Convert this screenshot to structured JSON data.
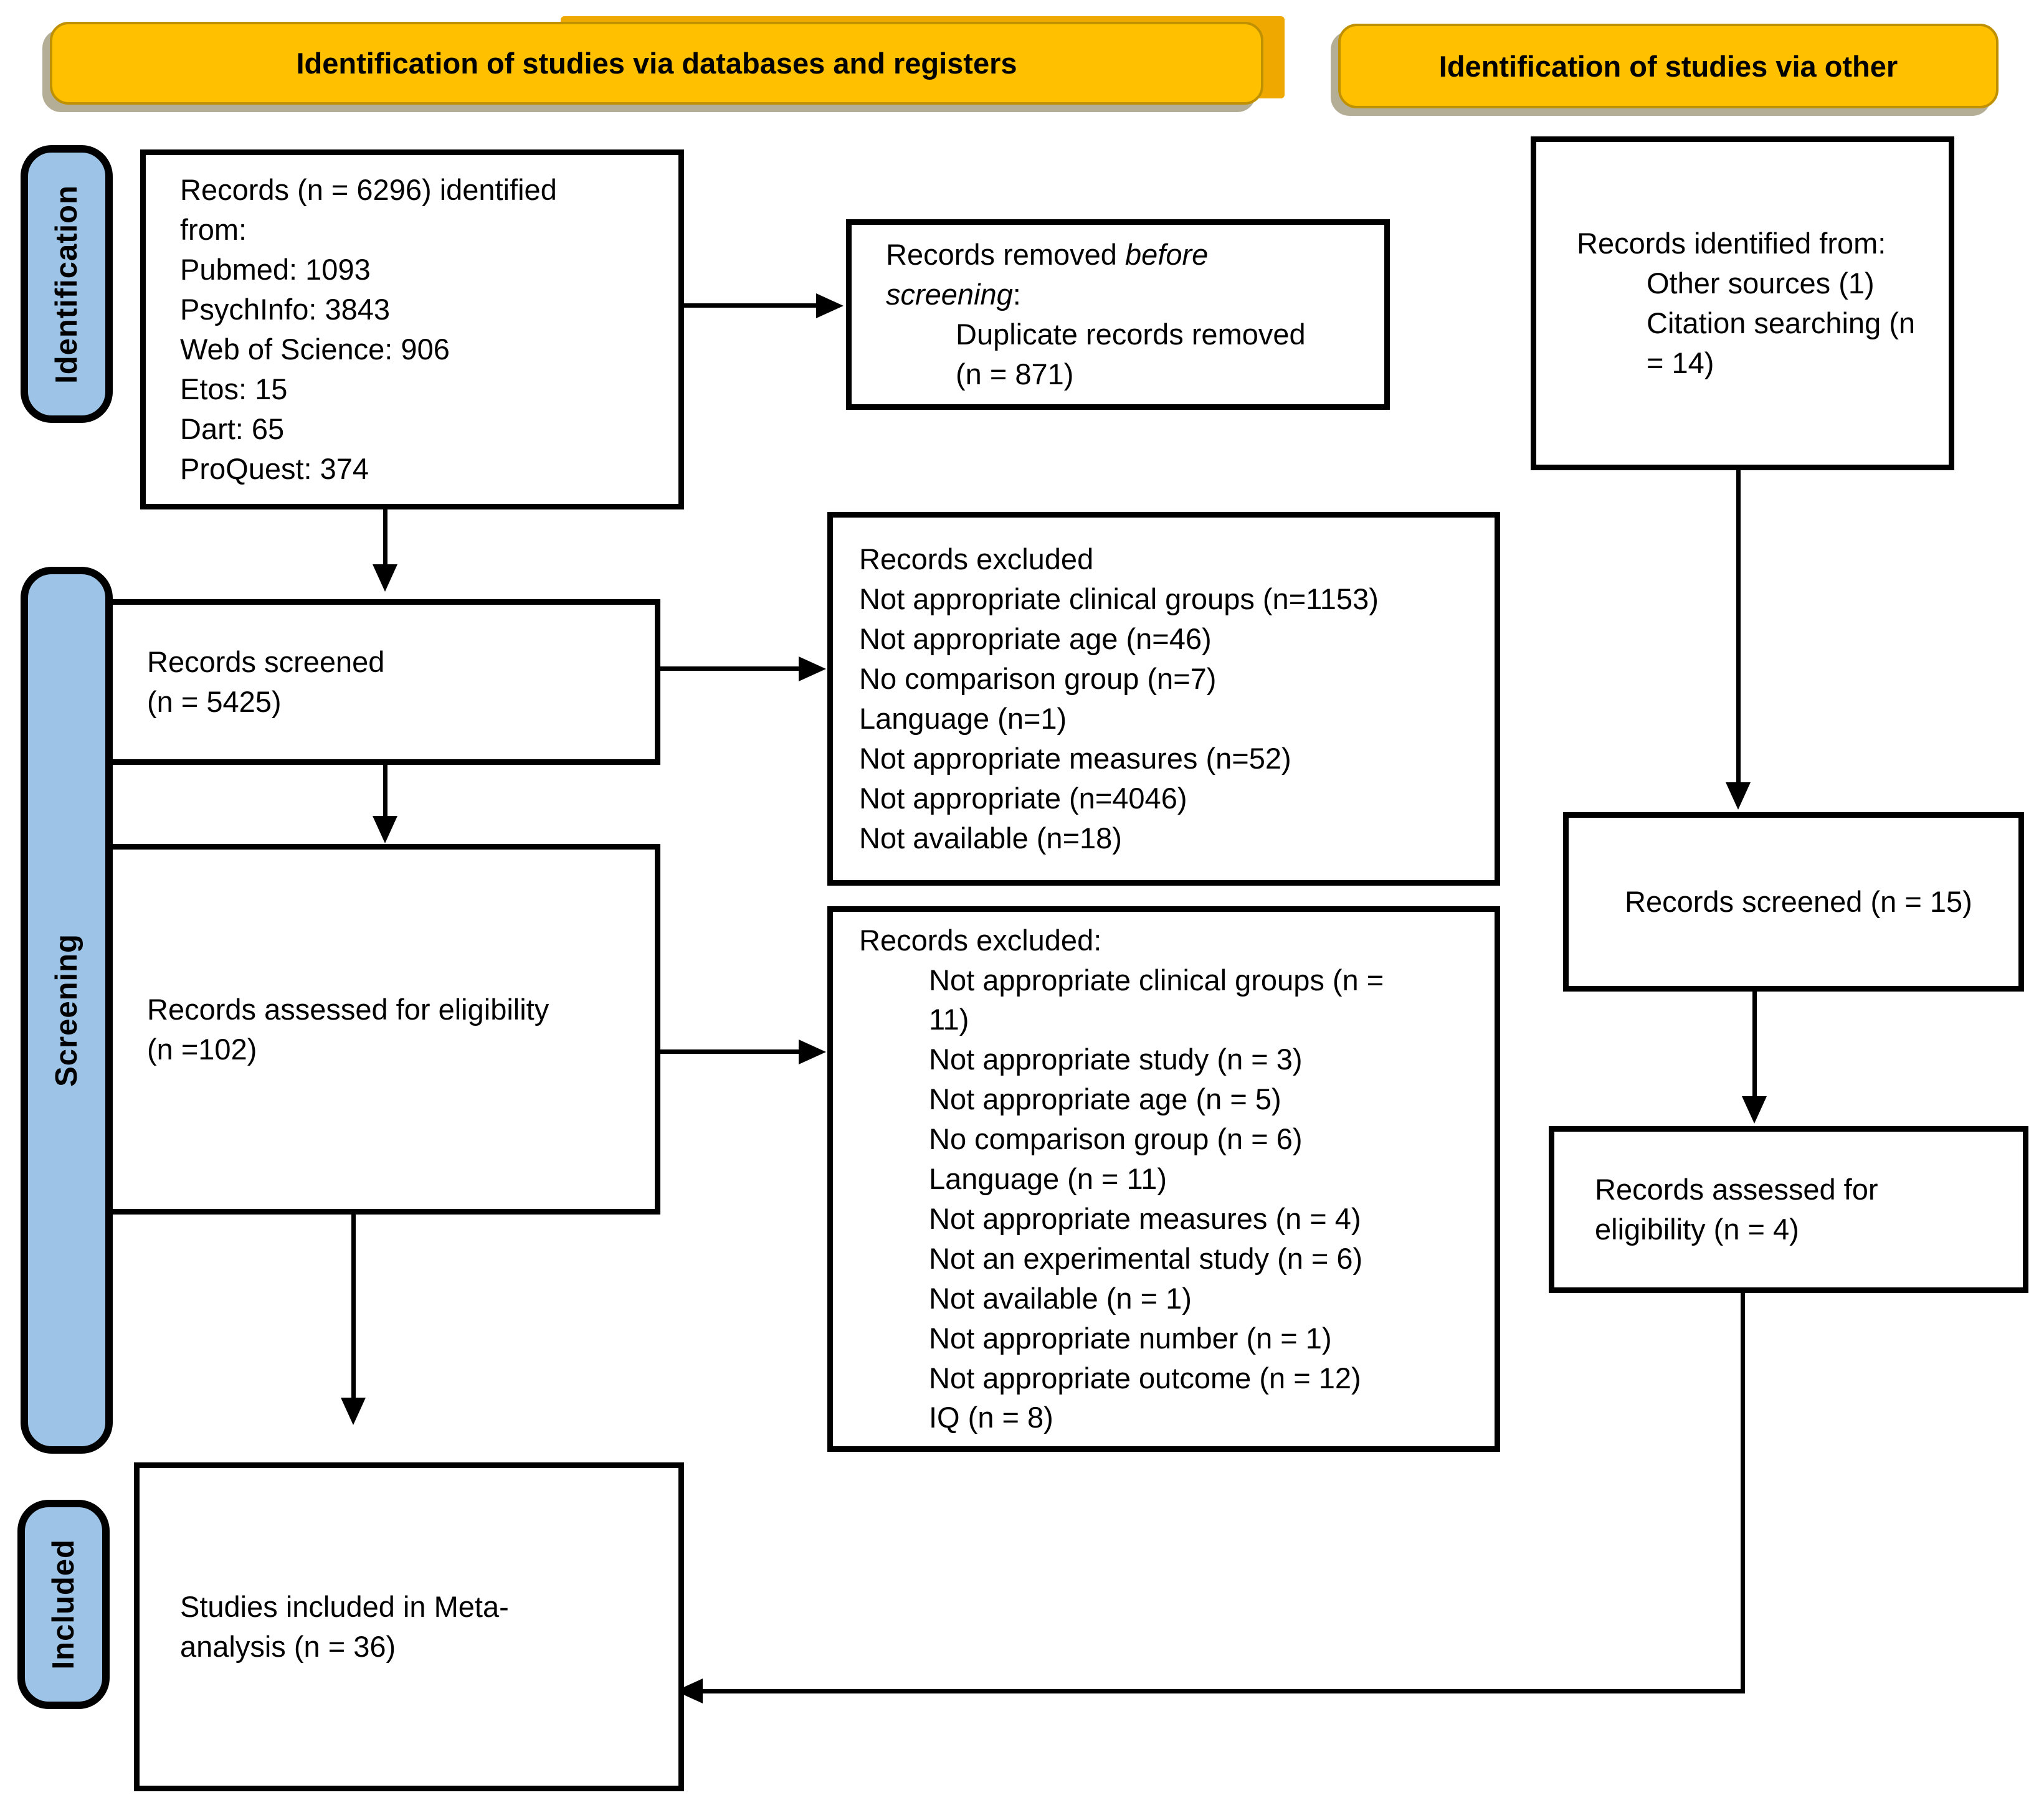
{
  "headers": {
    "left": "Identification of studies via databases and registers",
    "right": "Identification of studies via other"
  },
  "side_labels": {
    "identification": "Identification",
    "screening": "Screening",
    "included": "Included"
  },
  "boxes": {
    "records_identified": {
      "lines": [
        {
          "text": "Records (n = 6296) identified"
        },
        {
          "text": "from:"
        },
        {
          "text": "Pubmed: 1093"
        },
        {
          "text": "PsychInfo: 3843"
        },
        {
          "text": "Web of Science: 906"
        },
        {
          "text": "Etos: 15"
        },
        {
          "text": "Dart: 65"
        },
        {
          "text": "ProQuest: 374"
        }
      ]
    },
    "records_removed": {
      "lines": [
        {
          "parts": [
            {
              "text": "Records removed "
            },
            {
              "text": "before",
              "italic": true
            }
          ]
        },
        {
          "parts": [
            {
              "text": "screening",
              "italic": true
            },
            {
              "text": ":"
            }
          ]
        },
        {
          "text": "Duplicate records removed",
          "indent": 1
        },
        {
          "text": "(n = 871)",
          "indent": 1
        }
      ]
    },
    "records_screened": {
      "lines": [
        {
          "text": "Records screened"
        },
        {
          "text": "(n = 5425)"
        }
      ]
    },
    "records_excluded1": {
      "lines": [
        {
          "text": "Records excluded"
        },
        {
          "text": "Not appropriate clinical groups (n=1153)"
        },
        {
          "text": "Not appropriate age (n=46)"
        },
        {
          "text": "No comparison group (n=7)"
        },
        {
          "text": "Language (n=1)"
        },
        {
          "text": "Not appropriate measures (n=52)"
        },
        {
          "text": "Not appropriate (n=4046)"
        },
        {
          "text": "Not available (n=18)"
        }
      ]
    },
    "records_assessed": {
      "lines": [
        {
          "text": "Records assessed for eligibility"
        },
        {
          "text": "(n =102)"
        }
      ]
    },
    "records_excluded2": {
      "lines": [
        {
          "text": "Records excluded:"
        },
        {
          "text": "Not appropriate clinical groups (n =",
          "indent": 1
        },
        {
          "text": "11)",
          "indent": 1
        },
        {
          "text": "Not appropriate study (n = 3)",
          "indent": 1
        },
        {
          "text": "Not appropriate age (n = 5)",
          "indent": 1
        },
        {
          "text": "No comparison group (n = 6)",
          "indent": 1
        },
        {
          "text": "Language (n = 11)",
          "indent": 1
        },
        {
          "text": "Not appropriate measures (n = 4)",
          "indent": 1
        },
        {
          "text": "Not an experimental study (n = 6)",
          "indent": 1
        },
        {
          "text": "Not available (n = 1)",
          "indent": 1
        },
        {
          "text": "Not appropriate number (n = 1)",
          "indent": 1
        },
        {
          "text": "Not appropriate outcome (n = 12)",
          "indent": 1
        },
        {
          "text": "IQ (n = 8)",
          "indent": 1
        }
      ]
    },
    "studies_included": {
      "lines": [
        {
          "text": "Studies included in Meta-"
        },
        {
          "text": "analysis (n = 36)"
        }
      ]
    },
    "other_sources": {
      "lines": [
        {
          "text": "Records identified from:"
        },
        {
          "text": "Other sources (1)",
          "indent": 1
        },
        {
          "text": "Citation searching (n",
          "indent": 1
        },
        {
          "text": "= 14)",
          "indent": 1
        }
      ]
    },
    "records_screened_other": {
      "lines": [
        {
          "text": "Records screened (n = 15)"
        }
      ]
    },
    "records_assessed_other": {
      "lines": [
        {
          "text": "Records assessed for"
        },
        {
          "text": "eligibility (n = 4)"
        }
      ]
    }
  },
  "colors": {
    "header_fill": "#FFC000",
    "header_border": "#BF9000",
    "header_backdrop": "#EFA800",
    "stage_fill": "#9DC3E6",
    "line_color": "#000000",
    "box_fill": "#FFFFFF"
  }
}
